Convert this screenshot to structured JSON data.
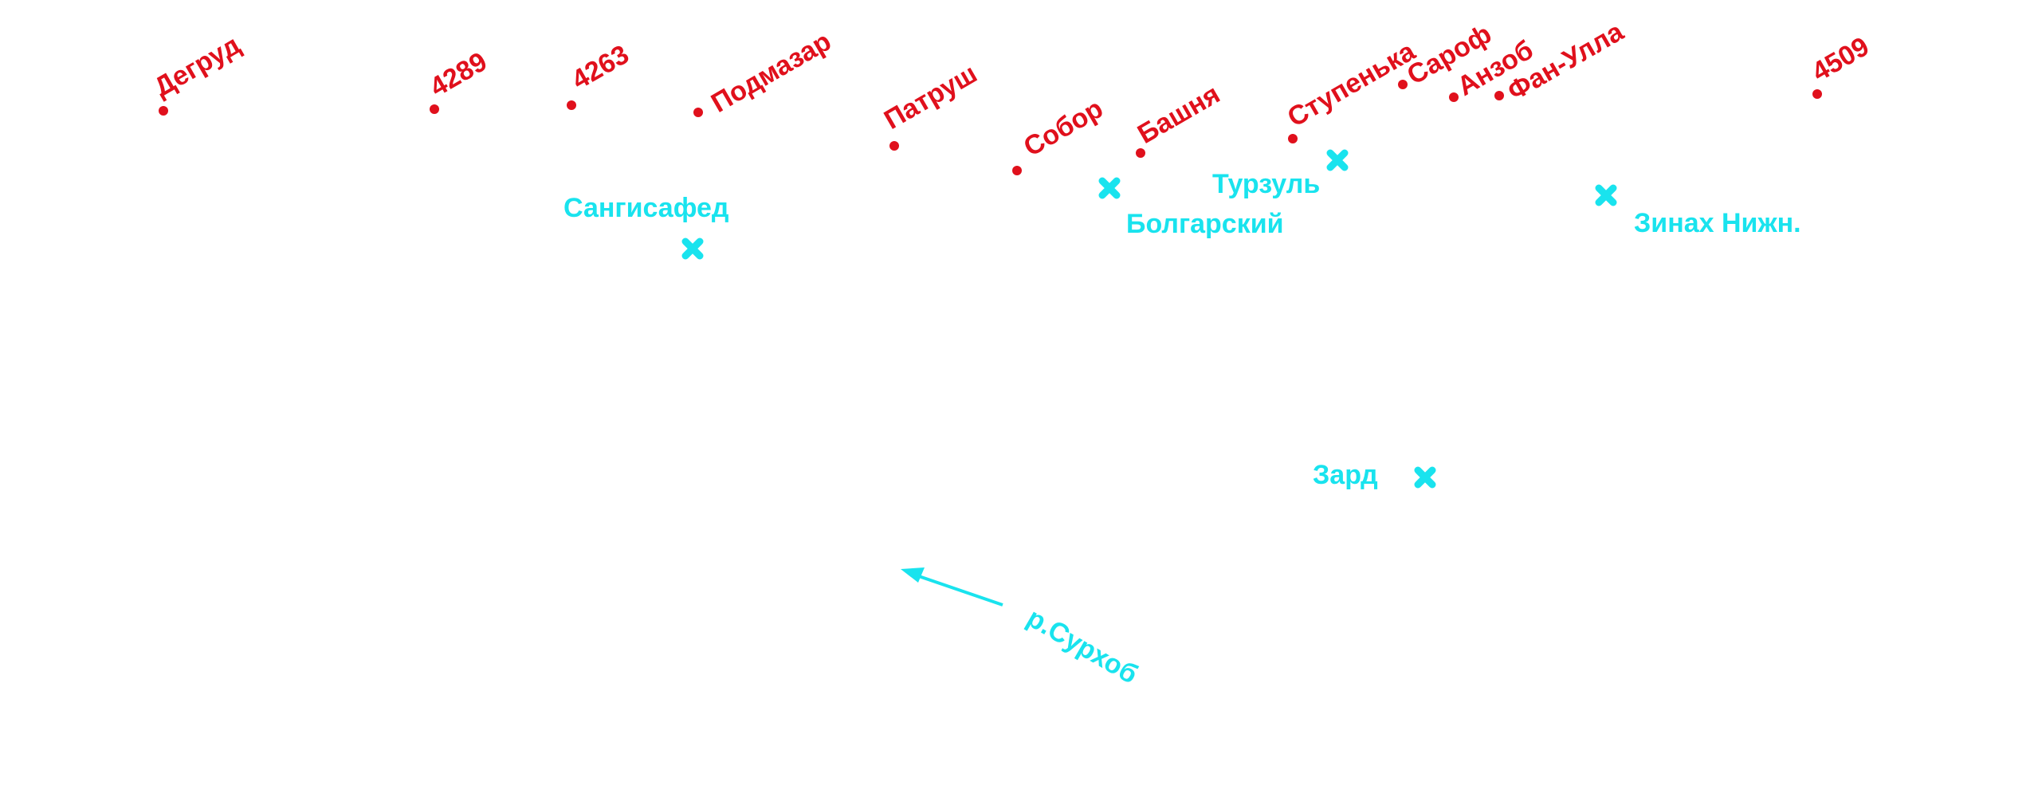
{
  "colors": {
    "peak": "#e0101c",
    "place": "#19e3ee",
    "background": "#ffffff"
  },
  "peaks": [
    {
      "id": "degrud",
      "label": "Дегруд"
    },
    {
      "id": "4289",
      "label": "4289"
    },
    {
      "id": "4263",
      "label": "4263"
    },
    {
      "id": "podmazar",
      "label": "Подмазар"
    },
    {
      "id": "patrush",
      "label": "Патруш"
    },
    {
      "id": "sobor",
      "label": "Собор"
    },
    {
      "id": "bashnya",
      "label": "Башня"
    },
    {
      "id": "stupenka",
      "label": "Ступенька"
    },
    {
      "id": "sarof",
      "label": "Сароф"
    },
    {
      "id": "anzob",
      "label": "Анзоб"
    },
    {
      "id": "fan-ulla",
      "label": "Фан-Улла"
    },
    {
      "id": "4509",
      "label": "4509"
    }
  ],
  "places": [
    {
      "id": "sangisafed",
      "label": "Сангисафед",
      "icon": "cross-marker-icon"
    },
    {
      "id": "bolgarsky",
      "label": "Болгарский",
      "icon": "cross-marker-icon"
    },
    {
      "id": "turzul",
      "label": "Турзуль",
      "icon": "cross-marker-icon"
    },
    {
      "id": "zinakh",
      "label": "Зинах Нижн.",
      "icon": "cross-marker-icon"
    },
    {
      "id": "zard",
      "label": "Зард",
      "icon": "cross-marker-icon"
    }
  ],
  "river": {
    "label": "р.Сурхоб",
    "icon": "arrow-icon"
  }
}
